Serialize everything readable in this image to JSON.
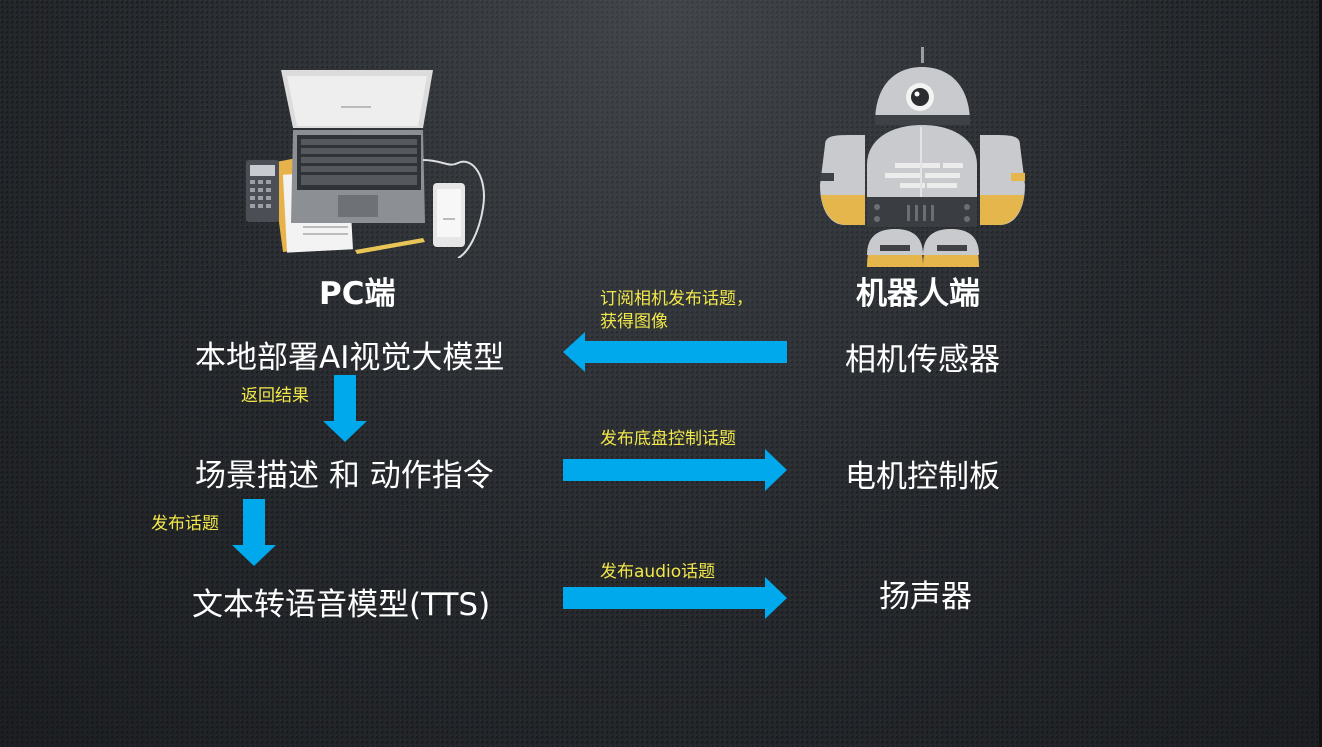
{
  "pc_side": {
    "header": "PC端",
    "vision_model": "本地部署AI视觉大模型",
    "scene_action": "场景描述 和 动作指令",
    "tts_model": "文本转语音模型(TTS)"
  },
  "robot_side": {
    "header": "机器人端",
    "camera": "相机传感器",
    "motor_board": "电机控制板",
    "speaker": "扬声器"
  },
  "arrow_labels": {
    "subscribe_camera_line1": "订阅相机发布话题，",
    "subscribe_camera_line2": "获得图像",
    "return_result": "返回结果",
    "publish_chassis": "发布底盘控制话题",
    "publish_topic": "发布话题",
    "publish_audio": "发布audio话题"
  },
  "colors": {
    "arrow": "#00a8ec",
    "label": "#f2e84a",
    "text": "#ffffff"
  },
  "icons": [
    "laptop-desk-illustration",
    "robot-illustration"
  ]
}
